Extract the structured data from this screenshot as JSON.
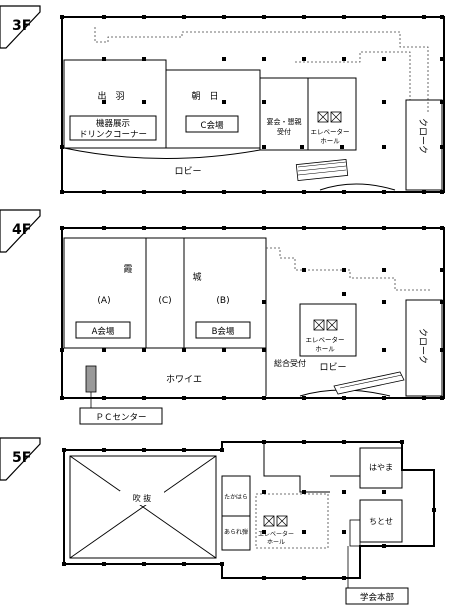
{
  "floors": [
    {
      "label": "3F",
      "rooms": {
        "dewa": "出　羽",
        "asahi": "朝　日",
        "exhibit_line1": "機器展示",
        "exhibit_line2": "ドリンクコーナー",
        "hall_c": "C会場",
        "banquet_line1": "宴会・懇親",
        "banquet_line2": "受付",
        "elevator_line1": "エレベーター",
        "elevator_line2": "ホール",
        "lobby": "ロビー",
        "cloak": "クローク"
      }
    },
    {
      "label": "4F",
      "rooms": {
        "kasumi": "霞",
        "shiro": "城",
        "a": "(A)",
        "c": "(C)",
        "b": "(B)",
        "hall_a": "A会場",
        "hall_b": "B会場",
        "foyer": "ホワイエ",
        "reception": "総合受付",
        "lobby": "ロビー",
        "elevator_line1": "エレベーター",
        "elevator_line2": "ホール",
        "cloak": "クローク",
        "pc_center": "ＰＣセンター"
      }
    },
    {
      "label": "5F",
      "rooms": {
        "atrium": "吹 抜",
        "takahara": "たかはら",
        "ararenami": "あられ弾",
        "hayama": "はやま",
        "chitose": "ちとせ",
        "elevator_line1": "エレベーター",
        "elevator_line2": "ホール",
        "hq": "学会本部"
      }
    }
  ]
}
